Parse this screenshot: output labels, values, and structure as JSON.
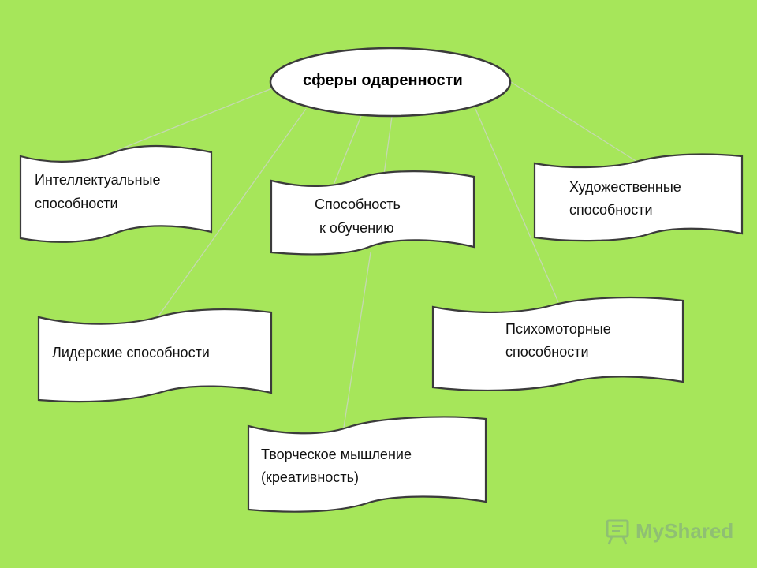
{
  "colors": {
    "background": "#a6e65a",
    "shape_fill": "#ffffff",
    "shape_stroke": "#3b3b3b",
    "connector": "#c8d8b8",
    "logo": "#8fbf73"
  },
  "diagram": {
    "center": "сферы одаренности",
    "nodes": [
      {
        "id": "intellectual",
        "line1": "Интеллектуальные",
        "line2": "способности"
      },
      {
        "id": "learning",
        "line1": "Способность",
        "line2": "к обучению"
      },
      {
        "id": "artistic",
        "line1": "Художественные",
        "line2": "способности"
      },
      {
        "id": "leadership",
        "line1": "Лидерские способности",
        "line2": ""
      },
      {
        "id": "psychomotor",
        "line1": "Психомоторные",
        "line2": "способности"
      },
      {
        "id": "creative",
        "line1": "Творческое мышление",
        "line2": "(креативность)"
      }
    ]
  },
  "watermark": {
    "text": "MyShared",
    "icon": "presentation-board-icon"
  }
}
